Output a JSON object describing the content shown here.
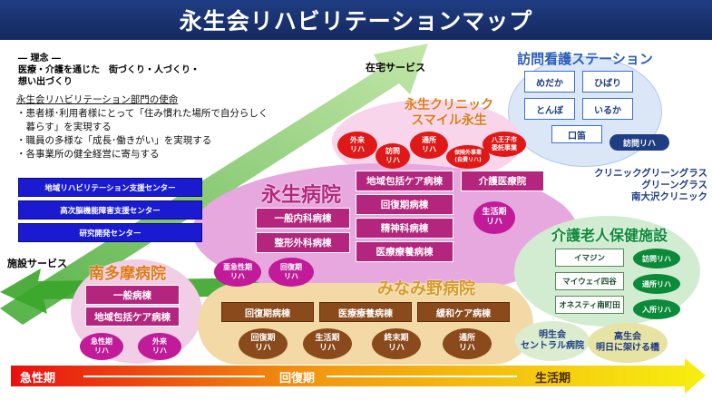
{
  "title": "永生会リハビリテーションマップ",
  "philosophy": {
    "heading": "― 理念 ―",
    "line1": "医療・介護を通じた　街づくり・人づくり・",
    "line2": "想い出づくり"
  },
  "mission": {
    "heading": "永生会リハビリテーション部門の使命",
    "items": [
      "・患者様･利用者様にとって「住み慣れた場所で自分らしく",
      "　暮らす」を実現する",
      "・職員の多様な「成長･働きがい」を実現する",
      "・各事業所の健全経営に寄与する"
    ]
  },
  "centers": [
    "地域リハビリテーション支援センター",
    "高次脳機能障害支援センター",
    "研究開発センター"
  ],
  "arrow_labels": {
    "home": "在宅サービス",
    "facility": "施設サービス"
  },
  "timeline": {
    "acute": "急性期",
    "recovery": "回復期",
    "life": "生活期"
  },
  "visiting_nursing": {
    "title": "訪問看護ステーション",
    "stations": [
      "めだか",
      "ひばり",
      "とんぼ",
      "いるか",
      "口笛"
    ],
    "rehab": "訪問リハ"
  },
  "clinics": [
    "クリニックグリーングラス",
    "グリーングラス",
    "南大沢クリニック"
  ],
  "smile_clinic": {
    "title_line1": "永生クリニック",
    "title_line2": "スマイル永生",
    "services": [
      {
        "l1": "外来",
        "l2": "リハ"
      },
      {
        "l1": "訪問",
        "l2": "リハ"
      },
      {
        "l1": "通所",
        "l2": "リハ"
      },
      {
        "l1": "保険外事業",
        "l2": "(自費リハ)"
      },
      {
        "l1": "八王子市",
        "l2": "委託事業"
      }
    ]
  },
  "eisei_hospital": {
    "title": "永生病院",
    "wards": [
      "一般内科病棟",
      "整形外科病棟",
      "地域包括ケア病棟",
      "回復期病棟",
      "精神科病棟",
      "医療療養病棟"
    ],
    "care_hospital": "介護医療院",
    "day_rehab": {
      "l1": "生活期",
      "l2": "リハ"
    },
    "circles": [
      {
        "l1": "亜急性期",
        "l2": "リハ"
      },
      {
        "l1": "回復期",
        "l2": "リハ"
      }
    ]
  },
  "minamitama_hospital": {
    "title": "南多摩病院",
    "wards": [
      "一般病棟",
      "地域包括ケア病棟"
    ],
    "circles": [
      {
        "l1": "急性期",
        "l2": "リハ"
      },
      {
        "l1": "外来",
        "l2": "リハ"
      }
    ]
  },
  "minamino_hospital": {
    "title": "みなみ野病院",
    "wards": [
      "回復期病棟",
      "医療療養病棟",
      "緩和ケア病棟"
    ],
    "circles": [
      {
        "l1": "回復期",
        "l2": "リハ"
      },
      {
        "l1": "生活期",
        "l2": "リハ"
      },
      {
        "l1": "終末期",
        "l2": "リハ"
      },
      {
        "l1": "通所",
        "l2": "リハ"
      }
    ]
  },
  "nursing_home": {
    "title": "介護老人保健施設",
    "facilities": [
      "イマジン",
      "マイウェイ四谷",
      "オネスティ南町田"
    ],
    "services": [
      "訪問リハ",
      "通所リハ",
      "入所リハ"
    ]
  },
  "meiseikai": {
    "central": {
      "l1": "明生会",
      "l2": "セントラル病院"
    },
    "bridge": {
      "l1": "高生会",
      "l2": "明日に架ける橋"
    }
  },
  "colors": {
    "navy": "#1f3d83",
    "magenta": "#b4267d",
    "brown": "#8b4a1c",
    "green": "#0b8a3a",
    "arrow_green": "#4caf35"
  }
}
